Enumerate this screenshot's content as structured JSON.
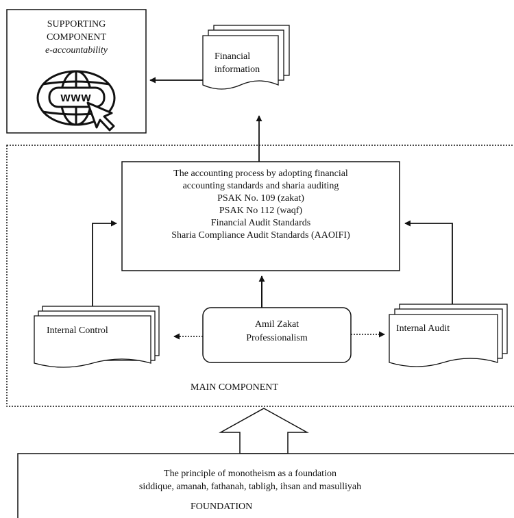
{
  "supporting": {
    "title_line1": "SUPPORTING",
    "title_line2": "COMPONENT",
    "subtitle": "e-accountability",
    "icon_text": "www"
  },
  "financial_info": {
    "line1": "Financial",
    "line2": "information"
  },
  "accounting_process": {
    "lines": [
      "The accounting process by adopting financial",
      "accounting standards and sharia auditing",
      "PSAK No. 109 (zakat)",
      "PSAK No 112 (waqf)",
      "Financial Audit Standards",
      "Sharia Compliance Audit Standards (AAOIFI)"
    ]
  },
  "internal_control": {
    "label": "Internal Control"
  },
  "internal_audit": {
    "label": "Internal Audit"
  },
  "amil": {
    "line1": "Amil Zakat",
    "line2": "Professionalism"
  },
  "main_component": {
    "label": "MAIN COMPONENT"
  },
  "foundation": {
    "line1": "The principle of monotheism as a foundation",
    "line2": "siddique, amanah, fathanah, tabligh, ihsan and masulliyah",
    "label": "FOUNDATION"
  }
}
